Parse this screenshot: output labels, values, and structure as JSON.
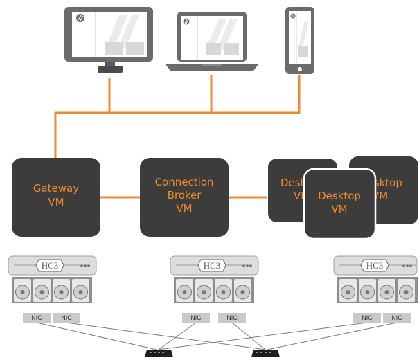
{
  "vms": {
    "gateway": [
      "Gateway",
      "VM"
    ],
    "broker": [
      "Connection",
      "Broker",
      "VM"
    ],
    "desktop_back_left": [
      "Desktop",
      "VM"
    ],
    "desktop_back_right": [
      "Desktop",
      "VM"
    ],
    "desktop_front": [
      "Desktop",
      "VM"
    ]
  },
  "servers": [
    {
      "label": "HC3",
      "nics": [
        "NIC",
        "NIC"
      ]
    },
    {
      "label": "HC3",
      "nics": [
        "NIC",
        "NIC"
      ]
    },
    {
      "label": "HC3",
      "nics": [
        "NIC",
        "NIC"
      ]
    }
  ],
  "devices": [
    {
      "icon": "desktop-monitor-icon"
    },
    {
      "icon": "laptop-icon"
    },
    {
      "icon": "tablet-icon"
    }
  ],
  "switches": [
    {
      "icon": "network-switch-icon"
    },
    {
      "icon": "network-switch-icon"
    }
  ],
  "colors": {
    "accent": "#f08a2c",
    "vm_box": "#3c3c3c",
    "device": "#6b6b6b",
    "server_body": "#dddddd",
    "disk_tray": "#8e8e8e"
  }
}
